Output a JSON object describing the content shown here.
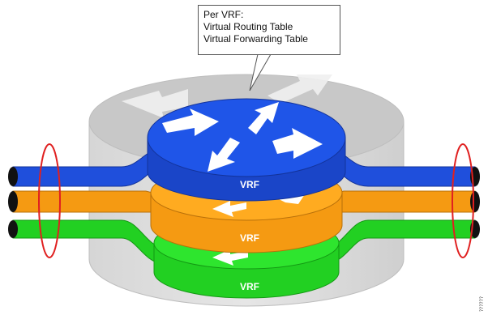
{
  "callout": {
    "line1": "Per VRF:",
    "line2": "Virtual Routing Table",
    "line3": "Virtual Forwarding Table"
  },
  "vrf_layers": [
    {
      "label": "VRF",
      "color": "#1f4fdc"
    },
    {
      "label": "VRF",
      "color": "#f59a12"
    },
    {
      "label": "VRF",
      "color": "#22d022"
    }
  ],
  "colors": {
    "router_body": "#d9d9d9",
    "router_top": "#c2c2c2",
    "ring": "#e02020",
    "arrow": "#ffffff"
  },
  "side_note": "??????"
}
